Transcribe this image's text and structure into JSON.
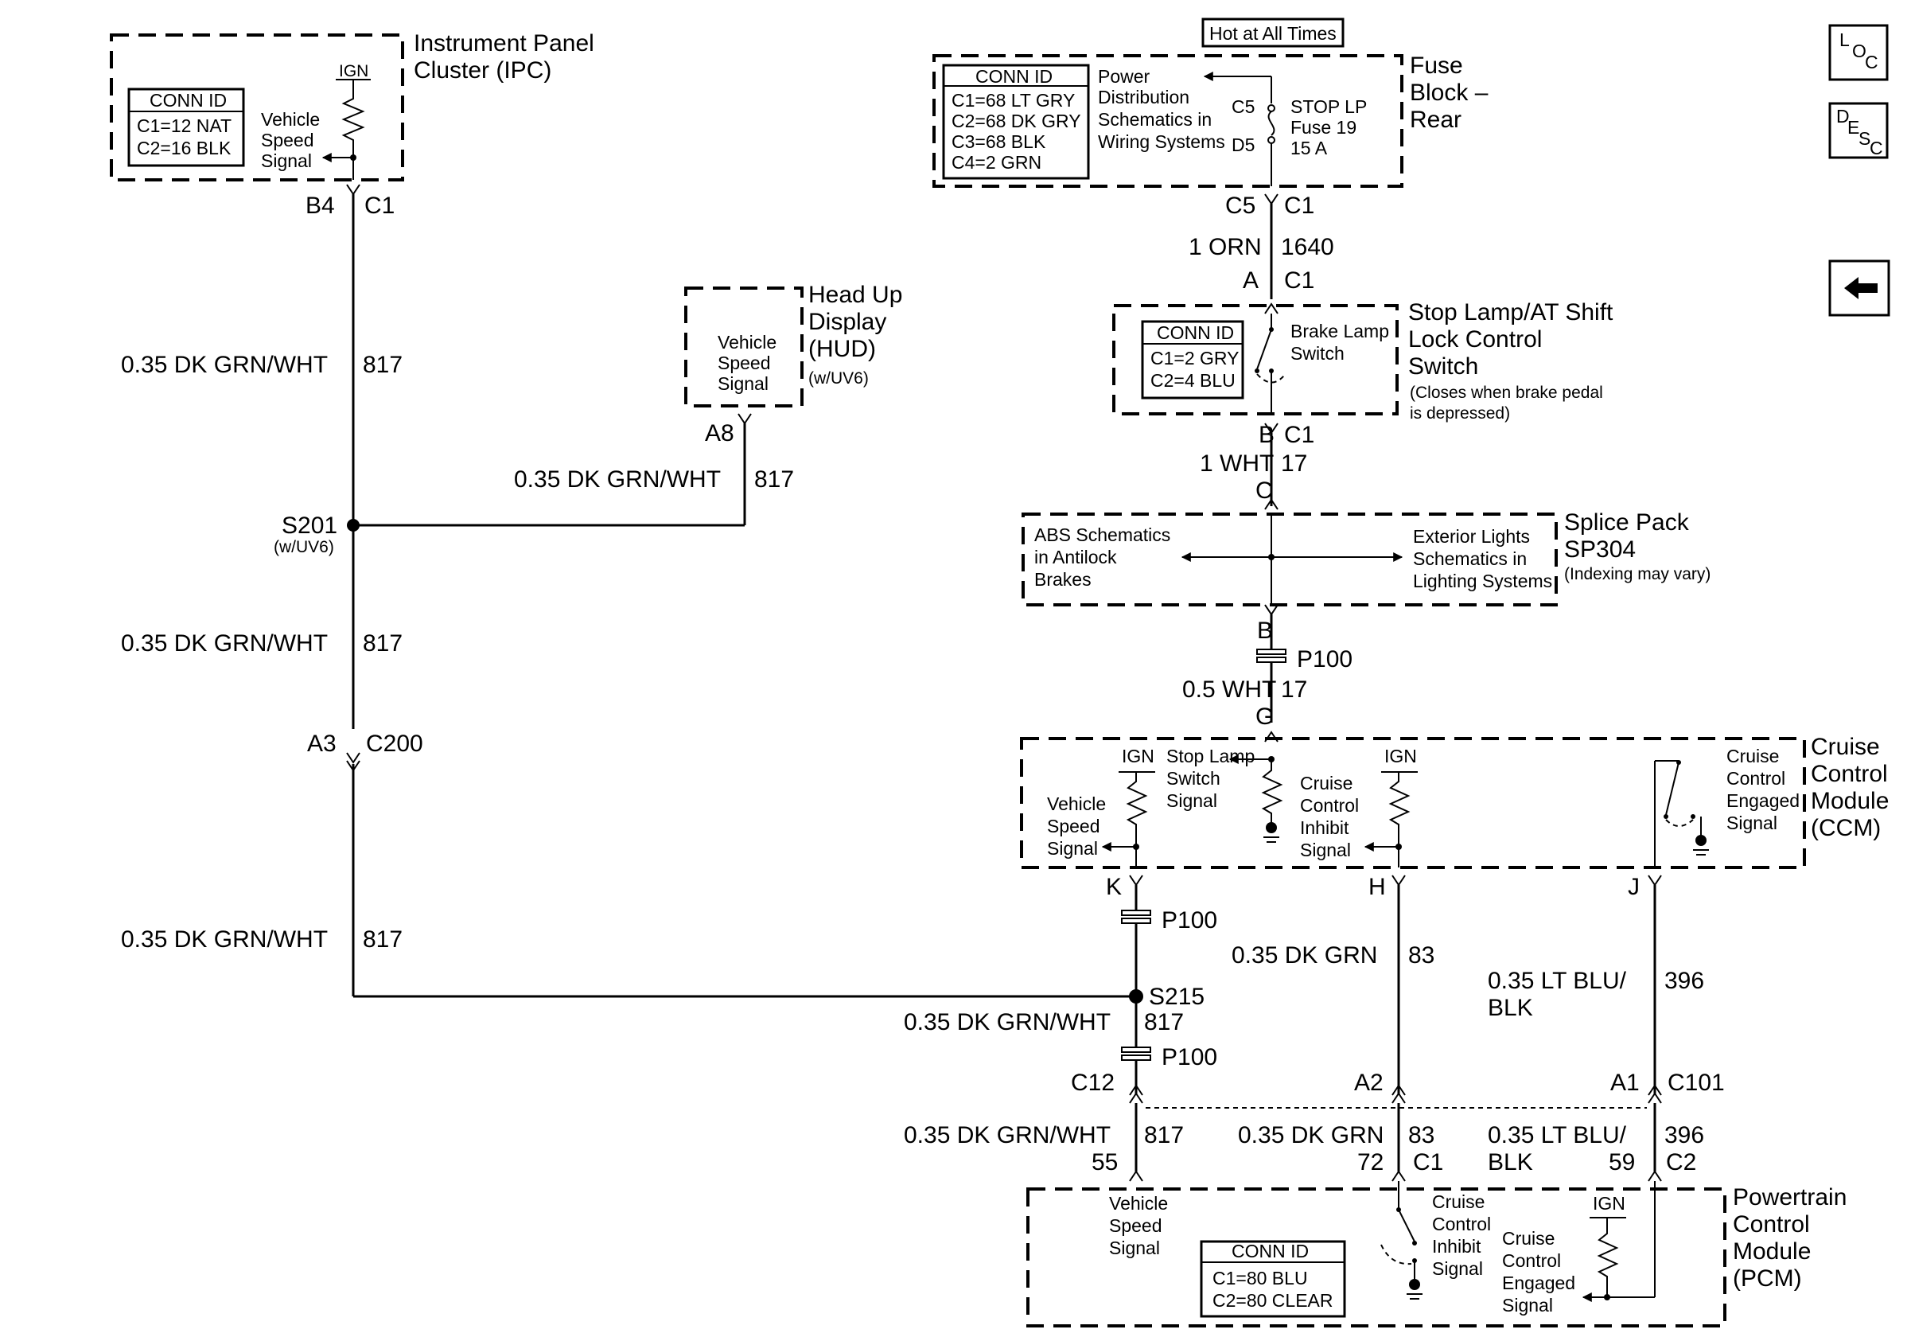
{
  "fuse_block": {
    "hot_label": "Hot at All Times",
    "title_1": "Fuse",
    "title_2": "Block –",
    "title_3": "Rear",
    "conn_id": "CONN ID",
    "conn_lines": [
      "C1=68 LT GRY",
      "C2=68 DK GRY",
      "C3=68 BLK",
      "C4=2 GRN"
    ],
    "power_dist": [
      "Power",
      "Distribution",
      "Schematics in",
      "Wiring Systems"
    ],
    "pin_top": "C5",
    "pin_bottom": "D5",
    "fuse_lines": [
      "STOP LP",
      "Fuse 19",
      "15 A"
    ],
    "out_pin": "C5",
    "out_conn": "C1"
  },
  "wire_1640": {
    "size_color": "1 ORN",
    "circuit": "1640"
  },
  "stop_lamp_switch": {
    "pin_in": "A",
    "conn_in": "C1",
    "conn_id": "CONN ID",
    "conn_lines": [
      "C1=2 GRY",
      "C2=4 BLU"
    ],
    "switch_label": [
      "Brake Lamp",
      "Switch"
    ],
    "title_1": "Stop Lamp/AT Shift",
    "title_2": "Lock Control",
    "title_3": "Switch",
    "note_1": "(Closes when brake pedal",
    "note_2": "is depressed)",
    "pin_out": "B",
    "conn_out": "C1"
  },
  "wire_17_a": {
    "size_color": "1 WHT",
    "circuit": "17",
    "pin": "C"
  },
  "splice_pack": {
    "title_1": "Splice Pack",
    "title_2": "SP304",
    "note": "(Indexing may vary)",
    "left_text": [
      "ABS Schematics",
      "in Antilock",
      "Brakes"
    ],
    "right_text": [
      "Exterior Lights",
      "Schematics in",
      "Lighting Systems"
    ],
    "pin_out": "B"
  },
  "p100_a": "P100",
  "wire_17_b": {
    "size_color": "0.5 WHT",
    "circuit": "17",
    "pin": "G"
  },
  "ccm": {
    "title": [
      "Cruise",
      "Control",
      "Module",
      "(CCM)"
    ],
    "ign_1": "IGN",
    "ign_2": "IGN",
    "stop_lamp_signal": [
      "Stop Lamp",
      "Switch",
      "Signal"
    ],
    "vehicle_speed_signal": [
      "Vehicle",
      "Speed",
      "Signal"
    ],
    "cruise_inhibit": [
      "Cruise",
      "Control",
      "Inhibit",
      "Signal"
    ],
    "cruise_engaged": [
      "Cruise",
      "Control",
      "Engaged",
      "Signal"
    ],
    "pin_k": "K",
    "pin_h": "H",
    "pin_j": "J"
  },
  "ipc": {
    "title_1": "Instrument Panel",
    "title_2": "Cluster (IPC)",
    "conn_id": "CONN ID",
    "conn_lines": [
      "C1=12 NAT",
      "C2=16 BLK"
    ],
    "ign": "IGN",
    "signal": [
      "Vehicle",
      "Speed",
      "Signal"
    ],
    "pin": "B4",
    "conn": "C1"
  },
  "wire_817_1": {
    "size_color": "0.35 DK GRN/WHT",
    "circuit": "817"
  },
  "hud": {
    "title": [
      "Head Up",
      "Display",
      "(HUD)"
    ],
    "note": "(w/UV6)",
    "signal": [
      "Vehicle",
      "Speed",
      "Signal"
    ],
    "pin": "A8"
  },
  "wire_817_hud": {
    "size_color": "0.35 DK GRN/WHT",
    "circuit": "817"
  },
  "s201": {
    "label": "S201",
    "note": "(w/UV6)"
  },
  "wire_817_2": {
    "size_color": "0.35 DK GRN/WHT",
    "circuit": "817"
  },
  "c200": {
    "pin": "A3",
    "conn": "C200"
  },
  "wire_817_3": {
    "size_color": "0.35 DK GRN/WHT",
    "circuit": "817"
  },
  "p100_b": "P100",
  "s215": "S215",
  "wire_817_4": {
    "size_color": "0.35 DK GRN/WHT",
    "circuit": "817"
  },
  "p100_c": "P100",
  "wire_83_a": {
    "size_color": "0.35 DK GRN",
    "circuit": "83"
  },
  "wire_396_a": {
    "size_color_1": "0.35 LT BLU/",
    "size_color_2": "BLK",
    "circuit": "396"
  },
  "c101": {
    "pin_1": "C12",
    "pin_2": "A2",
    "pin_3": "A1",
    "conn": "C101"
  },
  "wire_817_5": {
    "size_color": "0.35 DK GRN/WHT",
    "circuit": "817",
    "pin": "55"
  },
  "wire_83_b": {
    "size_color": "0.35 DK GRN",
    "circuit": "83",
    "pin": "72",
    "conn": "C1"
  },
  "wire_396_b": {
    "size_color_1": "0.35 LT BLU/",
    "size_color_2": "BLK",
    "circuit": "396",
    "pin": "59",
    "conn": "C2"
  },
  "pcm": {
    "title": [
      "Powertrain",
      "Control",
      "Module",
      "(PCM)"
    ],
    "vehicle_speed": [
      "Vehicle",
      "Speed",
      "Signal"
    ],
    "conn_id": "CONN ID",
    "conn_lines": [
      "C1=80 BLU",
      "C2=80 CLEAR"
    ],
    "cruise_inhibit": [
      "Cruise",
      "Control",
      "Inhibit",
      "Signal"
    ],
    "cruise_engaged": [
      "Cruise",
      "Control",
      "Engaged",
      "Signal"
    ],
    "ign": "IGN"
  },
  "nav": {
    "loc": [
      "L",
      "O",
      "C"
    ],
    "desc": [
      "D",
      "E",
      "S",
      "C"
    ],
    "back_icon": "left-arrow-icon"
  }
}
